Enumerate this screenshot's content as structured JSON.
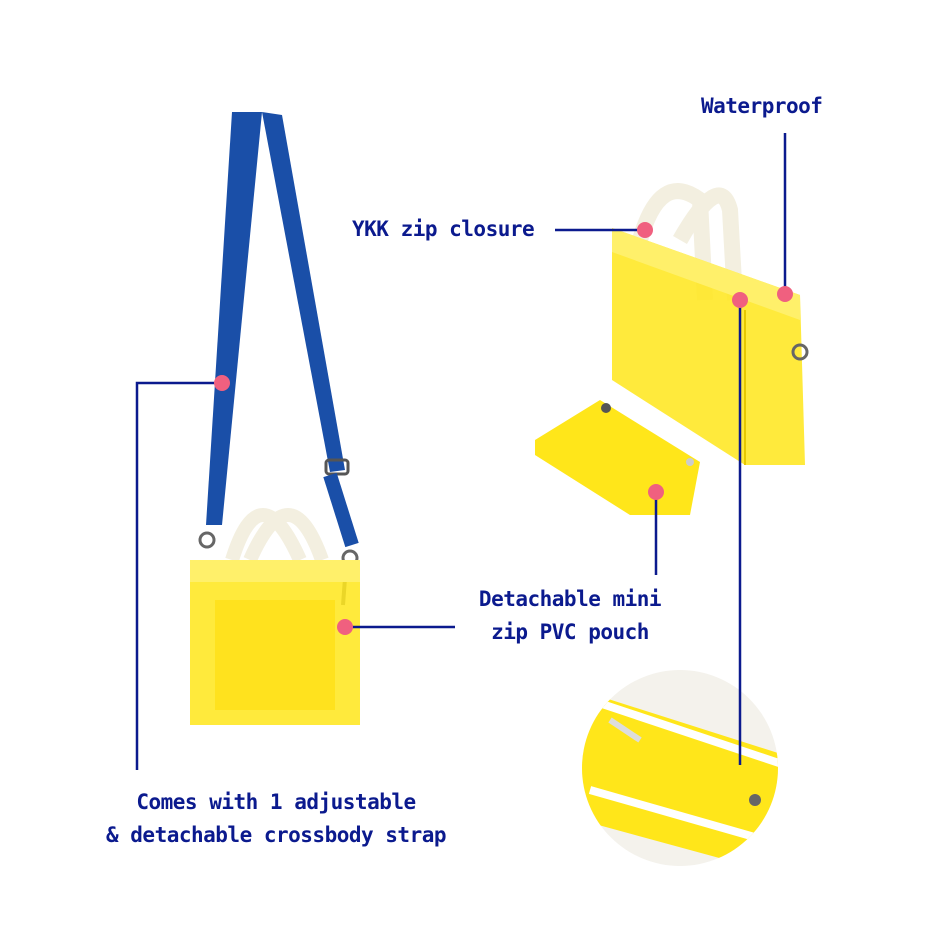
{
  "labels": {
    "waterproof": "Waterproof",
    "zip_closure": "YKK zip closure",
    "pouch_line1": "Detachable mini",
    "pouch_line2": "zip PVC pouch",
    "strap_line1": "Comes with 1 adjustable",
    "strap_line2": "& detachable crossbody strap"
  },
  "colors": {
    "text": "#0b1a8e",
    "dot": "#f0607f",
    "bag_yellow": "#ffe61a",
    "strap_blue": "#1a4fa8"
  }
}
